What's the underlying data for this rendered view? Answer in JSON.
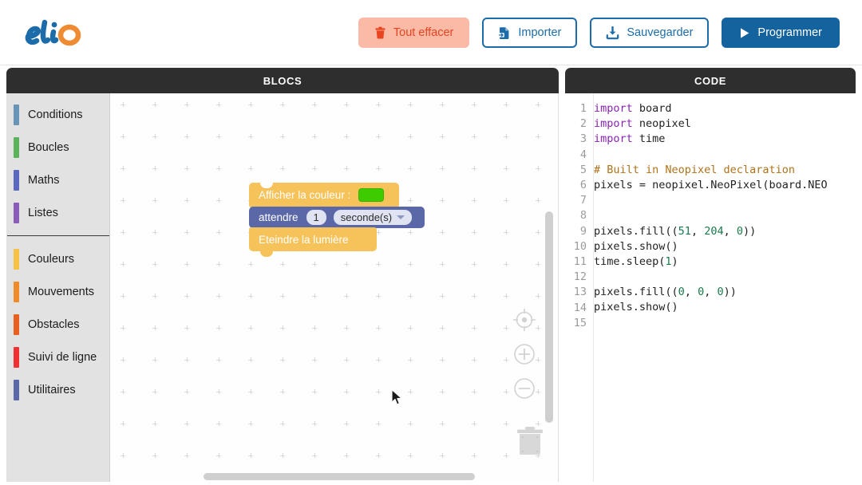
{
  "app": {
    "logo_text": "elio",
    "logo_color_primary": "#1b6ca8",
    "logo_color_accent": "#ef8b33"
  },
  "toolbar": {
    "clear_label": "Tout effacer",
    "import_label": "Importer",
    "save_label": "Sauvegarder",
    "program_label": "Programmer",
    "clear_bg": "#fbbaa6",
    "clear_fg": "#e8441f",
    "outline_color": "#1b6ca8",
    "primary_bg": "#14629e"
  },
  "panels": {
    "blocks_title": "BLOCS",
    "code_title": "CODE"
  },
  "toolbox": {
    "group1": [
      {
        "label": "Conditions",
        "color": "#6a93b8"
      },
      {
        "label": "Boucles",
        "color": "#5cb35c"
      },
      {
        "label": "Maths",
        "color": "#5b68c0"
      },
      {
        "label": "Listes",
        "color": "#8a5cb8"
      }
    ],
    "group2": [
      {
        "label": "Couleurs",
        "color": "#f5c243"
      },
      {
        "label": "Mouvements",
        "color": "#f08b2a"
      },
      {
        "label": "Obstacles",
        "color": "#e8601f"
      },
      {
        "label": "Suivi de ligne",
        "color": "#f03030"
      },
      {
        "label": "Utilitaires",
        "color": "#5b68a8"
      }
    ]
  },
  "blocks": {
    "show_color": {
      "label": "Afficher la couleur :",
      "swatch_color": "#3ecc00",
      "block_color": "#f6c25a"
    },
    "wait": {
      "label": "attendre",
      "value": "1",
      "unit": "seconde(s)",
      "block_color": "#5b68a8"
    },
    "turn_off": {
      "label": "Eteindre la lumière",
      "block_color": "#f6c25a"
    }
  },
  "workspace_controls": {
    "center_icon": "center-target-icon",
    "zoom_in_icon": "zoom-in-icon",
    "zoom_out_icon": "zoom-out-icon",
    "trash_icon": "trash-icon"
  },
  "code": {
    "line_numbers": [
      "1",
      "2",
      "3",
      "4",
      "5",
      "6",
      "7",
      "8",
      "9",
      "10",
      "11",
      "12",
      "13",
      "14",
      "15"
    ],
    "lines": [
      {
        "n": "1",
        "segments": [
          {
            "t": "import",
            "c": "kw"
          },
          {
            "t": " board",
            "c": ""
          }
        ]
      },
      {
        "n": "2",
        "segments": [
          {
            "t": "import",
            "c": "kw"
          },
          {
            "t": " neopixel",
            "c": ""
          }
        ]
      },
      {
        "n": "3",
        "segments": [
          {
            "t": "import",
            "c": "kw"
          },
          {
            "t": " time",
            "c": ""
          }
        ]
      },
      {
        "n": "4",
        "segments": []
      },
      {
        "n": "5",
        "segments": [
          {
            "t": "# Built in Neopixel declaration",
            "c": "com"
          }
        ]
      },
      {
        "n": "6",
        "segments": [
          {
            "t": "pixels = neopixel.NeoPixel(board.NEO",
            "c": ""
          }
        ]
      },
      {
        "n": "7",
        "segments": []
      },
      {
        "n": "8",
        "segments": []
      },
      {
        "n": "9",
        "segments": [
          {
            "t": "pixels.fill((",
            "c": ""
          },
          {
            "t": "51",
            "c": "num"
          },
          {
            "t": ", ",
            "c": ""
          },
          {
            "t": "204",
            "c": "num"
          },
          {
            "t": ", ",
            "c": ""
          },
          {
            "t": "0",
            "c": "num"
          },
          {
            "t": "))",
            "c": ""
          }
        ]
      },
      {
        "n": "10",
        "segments": [
          {
            "t": "pixels.show()",
            "c": ""
          }
        ]
      },
      {
        "n": "11",
        "segments": [
          {
            "t": "time.sleep(",
            "c": ""
          },
          {
            "t": "1",
            "c": "num"
          },
          {
            "t": ")",
            "c": ""
          }
        ]
      },
      {
        "n": "12",
        "segments": []
      },
      {
        "n": "13",
        "segments": [
          {
            "t": "pixels.fill((",
            "c": ""
          },
          {
            "t": "0",
            "c": "num"
          },
          {
            "t": ", ",
            "c": ""
          },
          {
            "t": "0",
            "c": "num"
          },
          {
            "t": ", ",
            "c": ""
          },
          {
            "t": "0",
            "c": "num"
          },
          {
            "t": "))",
            "c": ""
          }
        ]
      },
      {
        "n": "14",
        "segments": [
          {
            "t": "pixels.show()",
            "c": ""
          }
        ]
      },
      {
        "n": "15",
        "segments": []
      }
    ]
  }
}
